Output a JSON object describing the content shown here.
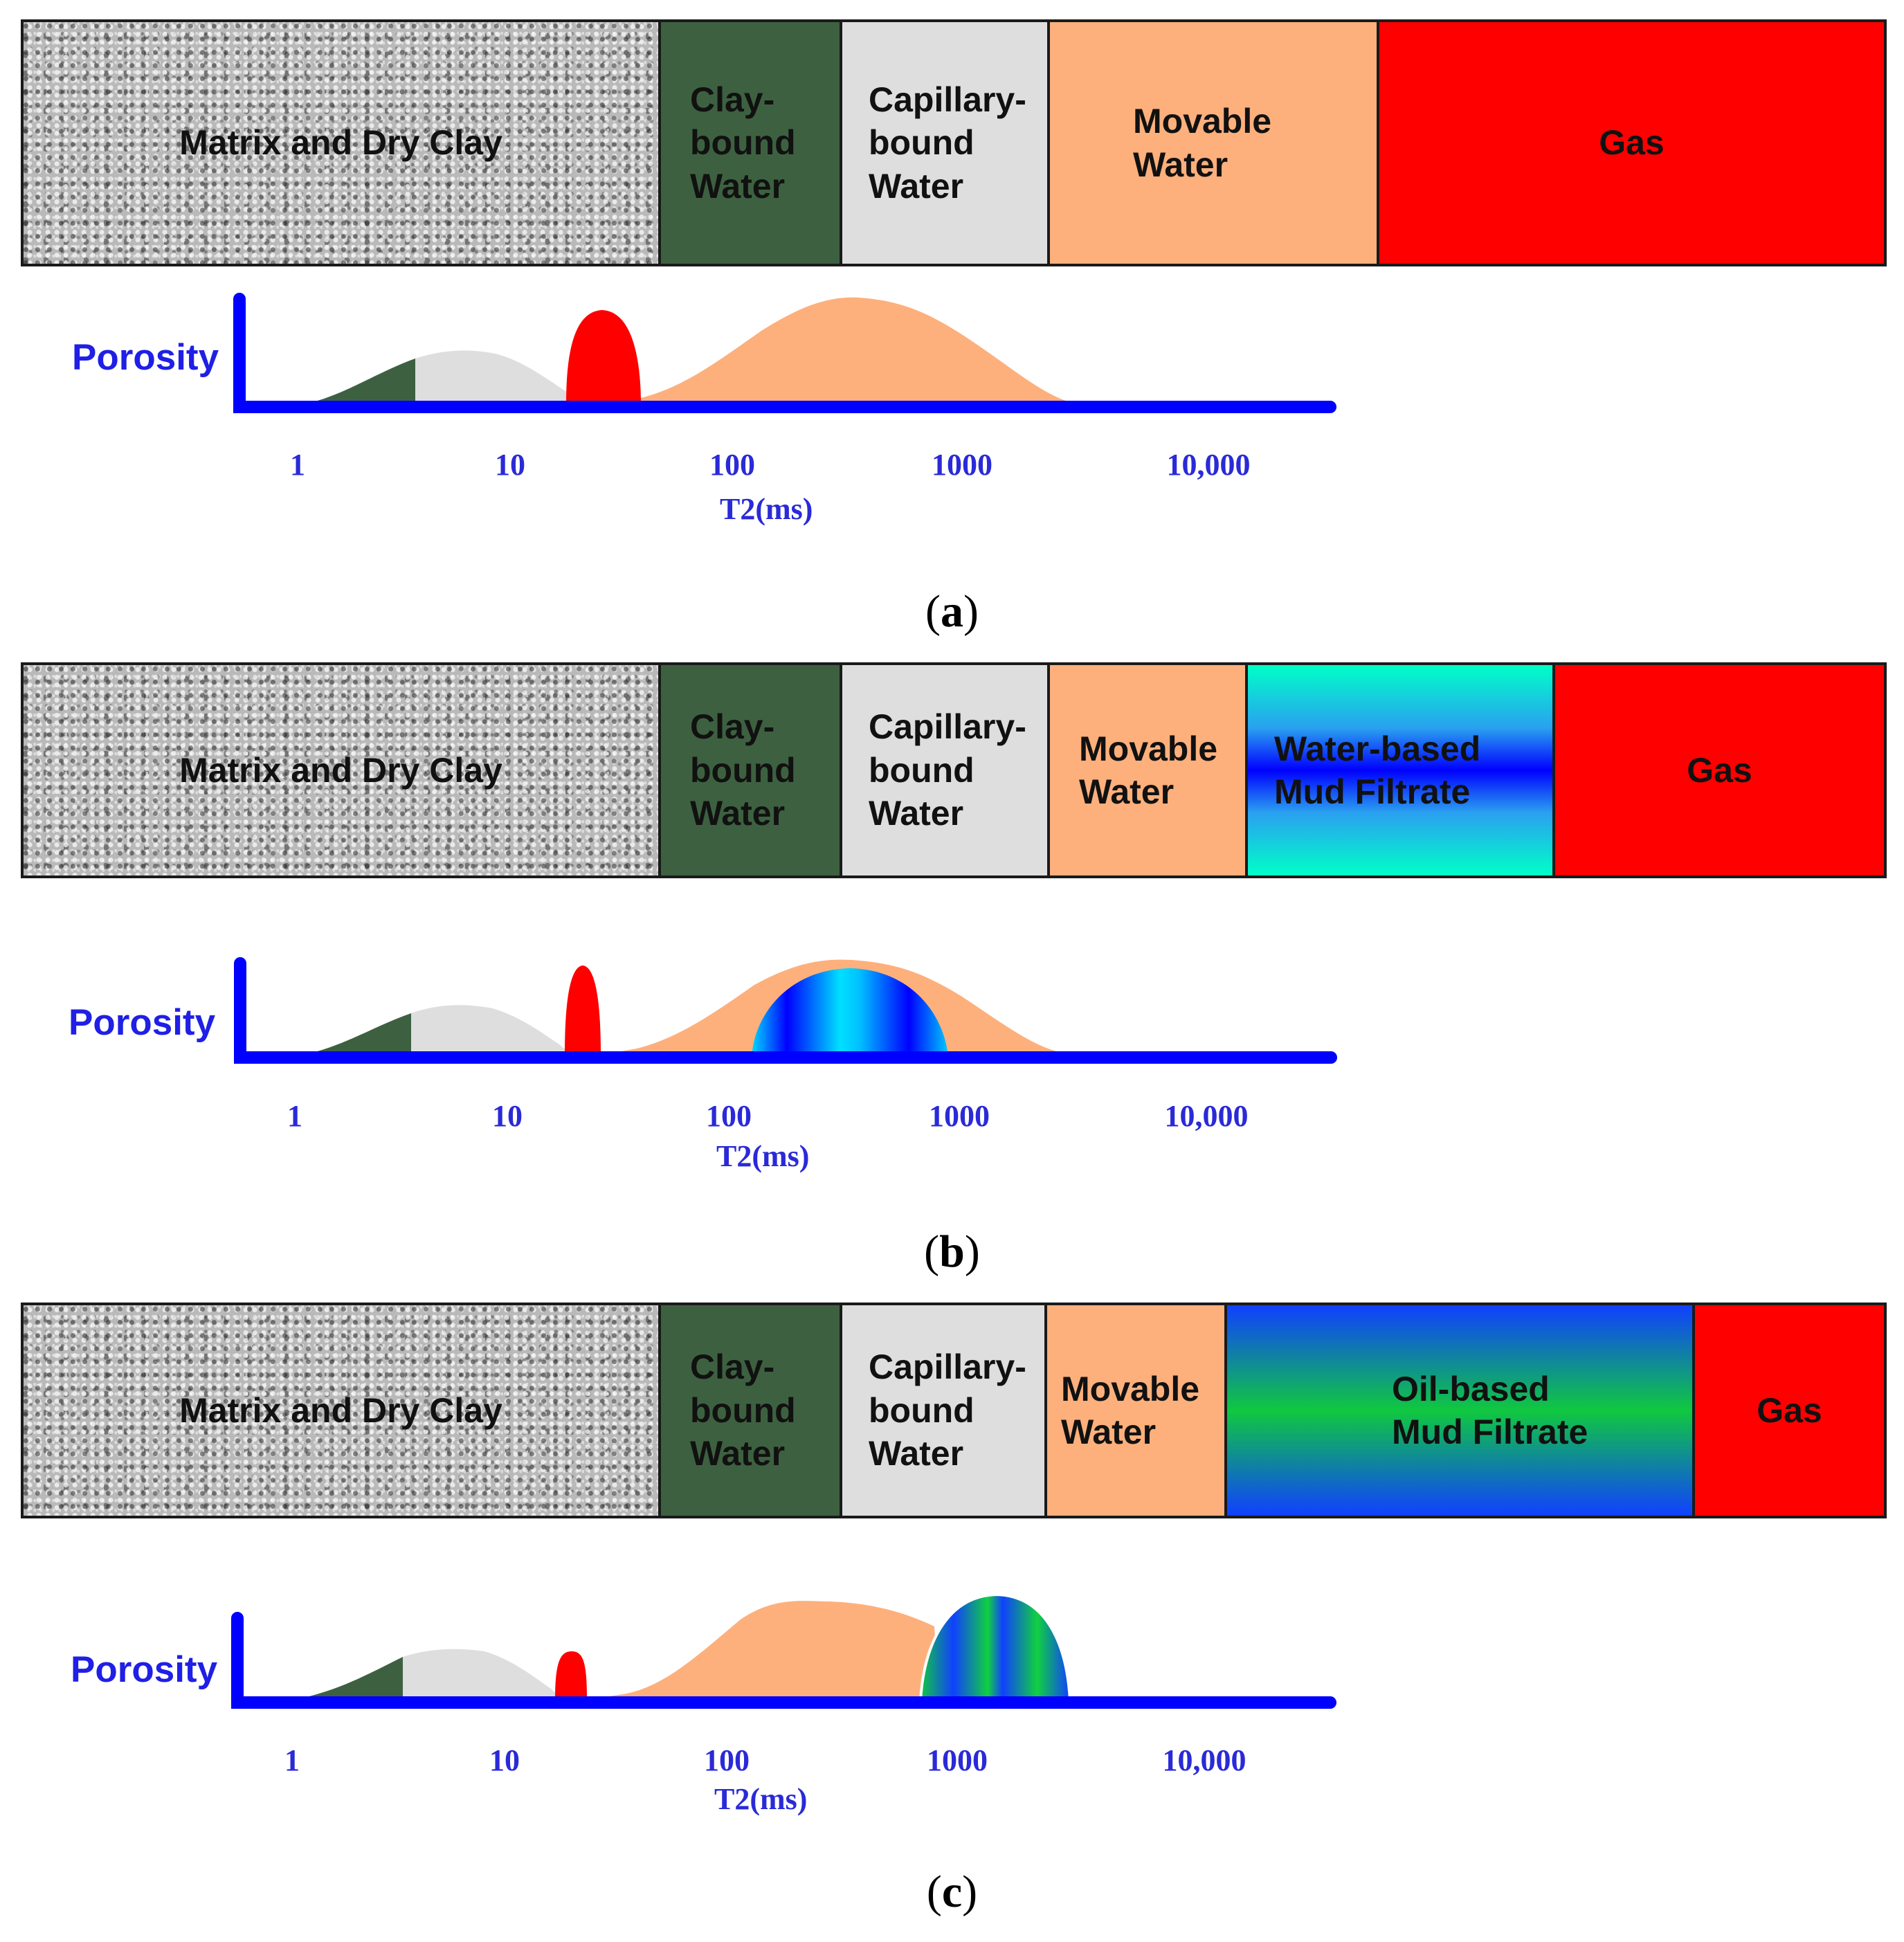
{
  "panels": [
    {
      "caption_open": "(",
      "caption_letter": "a",
      "caption_close": ")",
      "segments": [
        {
          "label": "Matrix and Dry Clay"
        },
        {
          "label": "Clay-\nbound\nWater"
        },
        {
          "label": "Capillary-\nbound\nWater"
        },
        {
          "label": "Movable\nWater"
        },
        {
          "label": "Gas"
        }
      ],
      "y_label": "Porosity",
      "x_ticks": [
        "1",
        "10",
        "100",
        "1000",
        "10,000"
      ],
      "x_label": "T2(ms)"
    },
    {
      "caption_open": "(",
      "caption_letter": "b",
      "caption_close": ")",
      "segments": [
        {
          "label": "Matrix and Dry Clay"
        },
        {
          "label": "Clay-\nbound\nWater"
        },
        {
          "label": "Capillary-\nbound\nWater"
        },
        {
          "label": "Movable\nWater"
        },
        {
          "label": "Water-based\nMud Filtrate"
        },
        {
          "label": "Gas"
        }
      ],
      "y_label": "Porosity",
      "x_ticks": [
        "1",
        "10",
        "100",
        "1000",
        "10,000"
      ],
      "x_label": "T2(ms)"
    },
    {
      "caption_open": "(",
      "caption_letter": "c",
      "caption_close": ")",
      "segments": [
        {
          "label": "Matrix and Dry Clay"
        },
        {
          "label": "Clay-\nbound\nWater"
        },
        {
          "label": "Capillary-\nbound\nWater"
        },
        {
          "label": "Movable\nWater"
        },
        {
          "label": "Oil-based\nMud Filtrate"
        },
        {
          "label": "Gas"
        }
      ],
      "y_label": "Porosity",
      "x_ticks": [
        "1",
        "10",
        "100",
        "1000",
        "10,000"
      ],
      "x_label": "T2(ms)"
    }
  ],
  "colors": {
    "clay_bound_water": "#3d6140",
    "capillary_bound_water": "#dedede",
    "movable_water": "#fdb07c",
    "gas": "#ff0000",
    "axis": "#0000ff",
    "axis_text": "#2a2ad8"
  }
}
